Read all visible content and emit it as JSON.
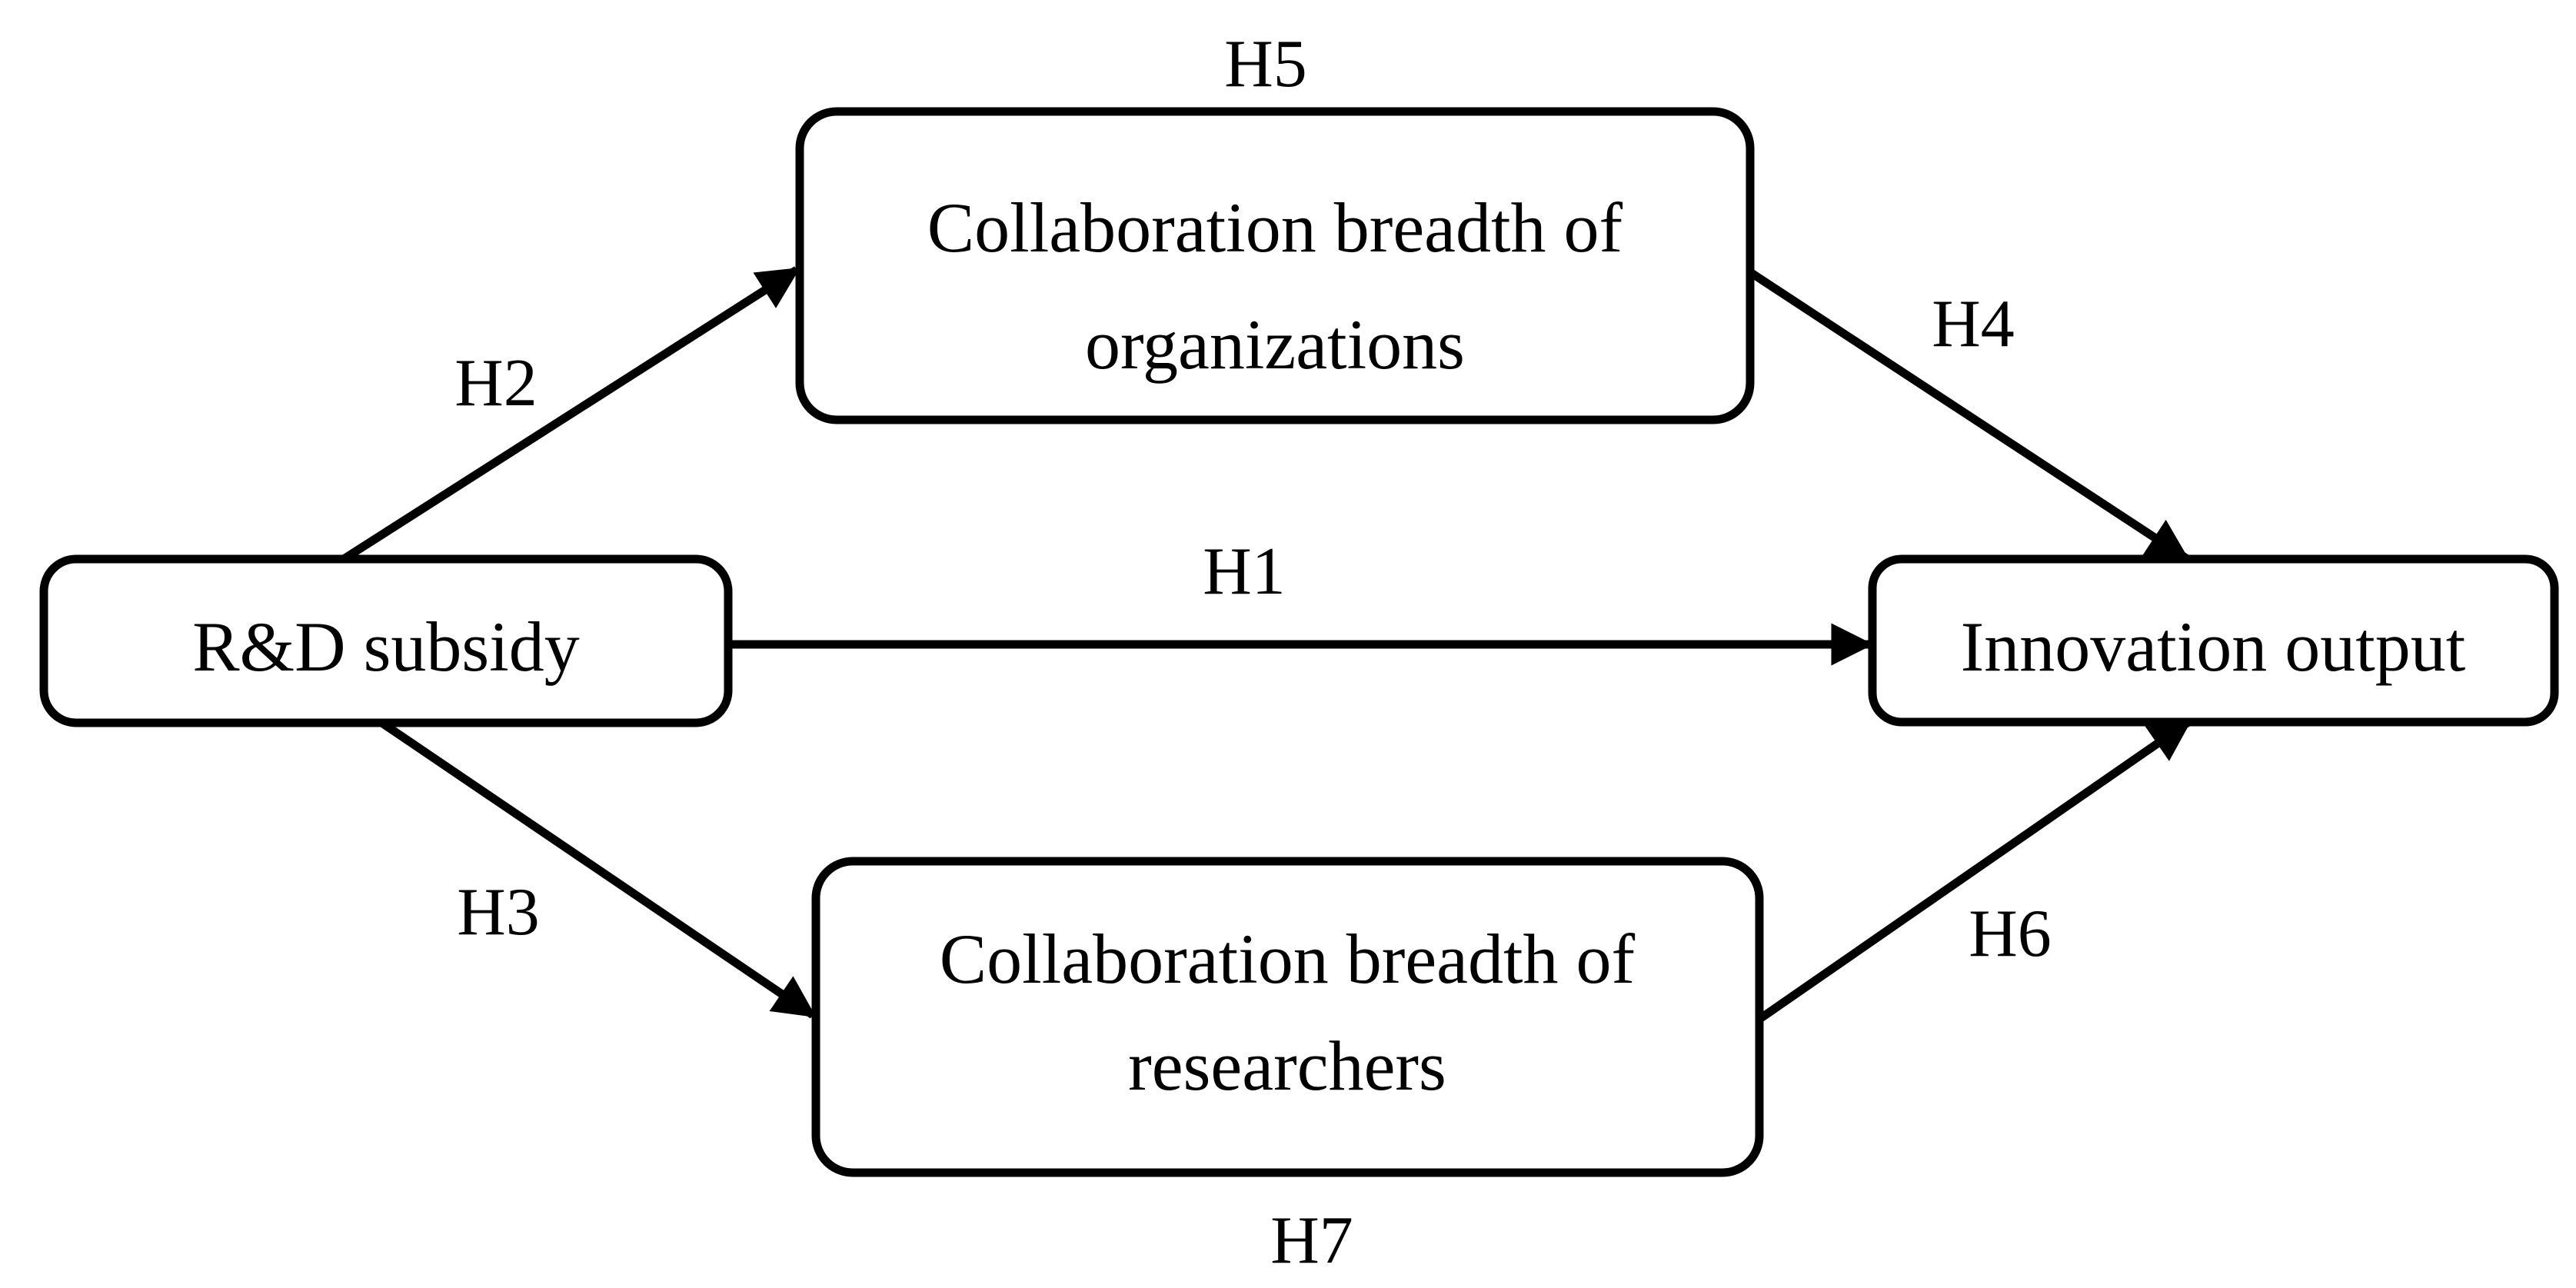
{
  "figure": {
    "type": "conceptual-path-model",
    "background_color": "#ffffff",
    "line_color": "#000000",
    "nodes": {
      "rd": {
        "label": "R&D subsidy"
      },
      "org": {
        "line1": "Collaboration breadth of",
        "line2": "organizations"
      },
      "res": {
        "line1": "Collaboration breadth of",
        "line2": "researchers"
      },
      "inn": {
        "label": "Innovation output"
      }
    },
    "hypotheses": {
      "h1": "H1",
      "h2": "H2",
      "h3": "H3",
      "h4": "H4",
      "h5": "H5",
      "h6": "H6",
      "h7": "H7"
    },
    "edges": [
      {
        "label": "H1",
        "from": "R&D subsidy",
        "to": "Innovation output"
      },
      {
        "label": "H2",
        "from": "R&D subsidy",
        "to": "Collaboration breadth of organizations"
      },
      {
        "label": "H3",
        "from": "R&D subsidy",
        "to": "Collaboration breadth of researchers"
      },
      {
        "label": "H4",
        "from": "Collaboration breadth of organizations",
        "to": "Innovation output"
      },
      {
        "label": "H6",
        "from": "Collaboration breadth of researchers",
        "to": "Innovation output"
      }
    ],
    "floating_labels": [
      {
        "label": "H5",
        "position": "above Collaboration breadth of organizations"
      },
      {
        "label": "H7",
        "position": "below Collaboration breadth of researchers"
      }
    ]
  }
}
